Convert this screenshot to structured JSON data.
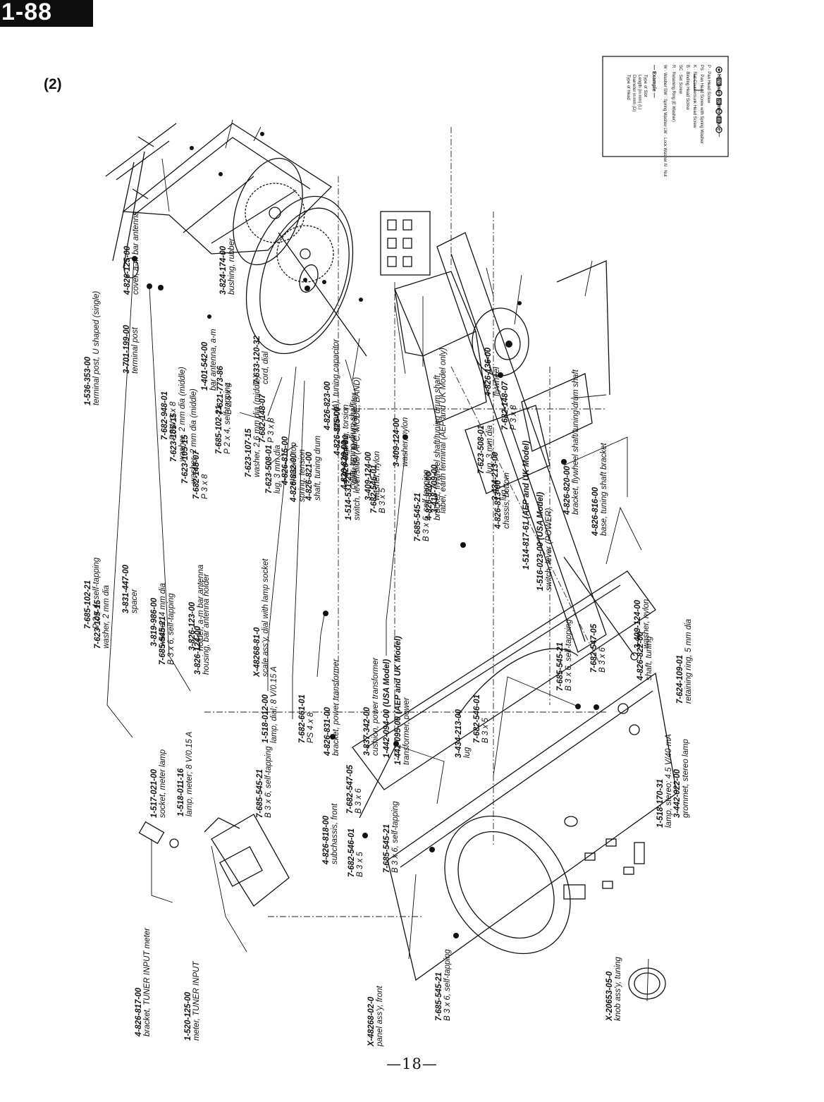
{
  "header": {
    "tag": "1-88",
    "section": "(2)",
    "page_number": "—18—"
  },
  "legend": {
    "title": "— Hardware Nomenclature —",
    "items": [
      "P   · Pan Head Screw",
      "PS  · Pan Head Screw with Spring Washer",
      "K   · Flat Countersunk Head Screw",
      "B   · Binding Head Screw",
      "SC  · Set Screw",
      "R   · Retaining Ring (E Washer)",
      "W · Washer   SW · Spring Washer   LW · Lock Washer   N · Nut"
    ],
    "example_title": "— Example —",
    "example_items": [
      "Type of Slot",
      "Length (in mm) (L)",
      "Diameter in mm (D)",
      "Type of Head"
    ]
  },
  "labels": [
    {
      "id": "l01",
      "p": "4-826-125-00",
      "d": "cover, a-m bar antenna"
    },
    {
      "id": "l02",
      "p": "3-701-199-00",
      "d": "terminal post"
    },
    {
      "id": "l03",
      "p": "1-536-353-00",
      "d": "terminal post, U shaped (single)"
    },
    {
      "id": "l04",
      "p": "1-401-542-00",
      "d": "bar antenna, a-m"
    },
    {
      "id": "l05",
      "p": "7-682-948-01",
      "d": "PSW 3 x 8"
    },
    {
      "id": "l06",
      "p": "7-623-105-15",
      "d": "washer, 2 mm dia (middle)"
    },
    {
      "id": "l07",
      "p": "7-623-105-15",
      "d": "washer, 2 mm dia (middle)"
    },
    {
      "id": "l08",
      "p": "7-621-773-86",
      "d": "B 2.6 x 4"
    },
    {
      "id": "l09",
      "p": "3-824-174-00",
      "d": "bushing, rubber"
    },
    {
      "id": "l10",
      "p": "7-685-102-21",
      "d": "P 2 x 4, self-tapping"
    },
    {
      "id": "l11",
      "p": "7-623-107-15",
      "d": "washer, 2.6 mm dia (middle)"
    },
    {
      "id": "l12",
      "p": "4-826-823-00",
      "d": "gear (A), tuning capacitor"
    },
    {
      "id": "l13",
      "p": "4-826-825-00",
      "d": "spring, torsion"
    },
    {
      "id": "l14",
      "p": "4-826-824-00",
      "d": "gear (B), tuning capacitor"
    },
    {
      "id": "l15",
      "p": "7-682-148-07",
      "d": "P 3 x 8"
    },
    {
      "id": "l16",
      "p": "7-623-508-01",
      "d": "lug, 3 mm dia"
    },
    {
      "id": "l17",
      "p": "4-826-815-00",
      "d": "chassis, top"
    },
    {
      "id": "l18",
      "p": "4-826-826-00",
      "d": "collar, tuning drum shaft"
    },
    {
      "id": "l19",
      "p": "7-633-120-32",
      "d": "cord, dial"
    },
    {
      "id": "l20",
      "p": "7-682-148-07",
      "d": "P 3 x 8"
    },
    {
      "id": "l21",
      "p": "4-826-821-00",
      "d": "shaft, tuning drum"
    },
    {
      "id": "l22",
      "p": "3-409-124-00",
      "d": "washer, nylon"
    },
    {
      "id": "l23",
      "p": "7-682-546-01",
      "d": "B 3 x 5"
    },
    {
      "id": "l24",
      "p": "4-826-820-00",
      "d": "bracket, flywheel shaft/tuning drum shaft"
    },
    {
      "id": "l25",
      "p": "4-826-136-00",
      "d": "flywheel"
    },
    {
      "id": "l26",
      "p": "7-682-148-07",
      "d": "P 3 x 8"
    },
    {
      "id": "l27",
      "p": "4-826-820-00",
      "d": "bracket, flywheel shaft/tuning drum shaft"
    },
    {
      "id": "l28",
      "p": "4-826-816-00",
      "d": "base, tuning shaft bracket"
    },
    {
      "id": "l29",
      "p": "3-409-124-00",
      "d": "washer, nylon"
    },
    {
      "id": "l30",
      "p": "7-685-545-21",
      "d": "B 3 x 6, self-tapping"
    },
    {
      "id": "l31",
      "p": "3-418-709-00",
      "d": "label, earth terminal (AEP and UK Model only)"
    },
    {
      "id": "l32",
      "p": "7-623-508-01",
      "d": "lug, 3 mm dia"
    },
    {
      "id": "l33",
      "p": "3-434-213-00",
      "d": "lug"
    },
    {
      "id": "l34",
      "p": "4-826-813-00",
      "d": "chassis, bottom"
    },
    {
      "id": "l35",
      "p": "1-514-817-61 (AEP and UK Model)",
      "d": ""
    },
    {
      "id": "l36",
      "p": "1-516-023-00 (USA Model)",
      "d": "switch, lever (POWER)"
    },
    {
      "id": "l37",
      "p": "3-409-124-00",
      "d": "washer, nylon"
    },
    {
      "id": "l38",
      "p": "4-826-822-00",
      "d": "shaft, tuning"
    },
    {
      "id": "l39",
      "p": "7-624-109-01",
      "d": "retaining ring, 5 mm dia"
    },
    {
      "id": "l40",
      "p": "4-826-832-00",
      "d": "spring, tension"
    },
    {
      "id": "l41",
      "p": "1-514-531-21",
      "d": "switch, lever/slide (AFC, MODE, BAND)"
    },
    {
      "id": "l42",
      "p": "7-685-102-21",
      "d": "P 2 x 4, self-tapping"
    },
    {
      "id": "l43",
      "p": "7-623-105-15",
      "d": "washer, 2 mm dia"
    },
    {
      "id": "l44",
      "p": "3-831-447-00",
      "d": "spacer"
    },
    {
      "id": "l45",
      "p": "3-819-986-00",
      "d": "washer, 4 mm dia"
    },
    {
      "id": "l46",
      "p": "7-685-545-21",
      "d": "B 3 x 6, self-tapping"
    },
    {
      "id": "l47",
      "p": "3-826-123-00",
      "d": "holder, a-m bar antenna"
    },
    {
      "id": "l48",
      "p": "3-826-124-00",
      "d": "housing, bar antenna holder"
    },
    {
      "id": "l49",
      "p": "X-48268-81-0",
      "d": "scale ass'y, dial with lamp socket"
    },
    {
      "id": "l50",
      "p": "1-518-012-00",
      "d": "lamp, dial; 8 V/0.15 A"
    },
    {
      "id": "l51",
      "p": "7-682-661-01",
      "d": "PS 4 x 8"
    },
    {
      "id": "l52",
      "p": "4-826-831-00",
      "d": "bracket, power transformer"
    },
    {
      "id": "l53",
      "p": "3-837-342-00",
      "d": "cushion, power transformer"
    },
    {
      "id": "l54",
      "p": "1-442-094-00 (USA Model)",
      "d": ""
    },
    {
      "id": "l55",
      "p": "1-442-095-00 (AEP and UK Model)",
      "d": "transformer, power"
    },
    {
      "id": "l56",
      "p": "3-434-213-00",
      "d": "lug"
    },
    {
      "id": "l57",
      "p": "7-682-546-01",
      "d": "B 3 x 5"
    },
    {
      "id": "l58",
      "p": "7-685-545-21",
      "d": "B 3 x 6, self-tapping"
    },
    {
      "id": "l59",
      "p": "7-682-547-05",
      "d": "B 3 x 6"
    },
    {
      "id": "l60",
      "p": "1-518-170-31",
      "d": "lamp, stereo; 4.5 V/40 mA"
    },
    {
      "id": "l61",
      "p": "3-442-022-00",
      "d": "grommet, stereo lamp"
    },
    {
      "id": "l62",
      "p": "7-682-547-05",
      "d": "B 3 x 6"
    },
    {
      "id": "l63",
      "p": "1-517-021-00",
      "d": "socket, meter lamp"
    },
    {
      "id": "l64",
      "p": "1-518-011-16",
      "d": "lamp, meter; 8 V/0.15 A"
    },
    {
      "id": "l65",
      "p": "7-685-545-21",
      "d": "B 3 x 6, self-tapping"
    },
    {
      "id": "l66",
      "p": "4-826-818-00",
      "d": "subchassis, front"
    },
    {
      "id": "l67",
      "p": "7-682-546-01",
      "d": "B 3 x 5"
    },
    {
      "id": "l68",
      "p": "7-685-545-21",
      "d": "B 3 x 6, self-tapping"
    },
    {
      "id": "l69",
      "p": "4-826-817-00",
      "d": "bracket, TUNER INPUT meter"
    },
    {
      "id": "l70",
      "p": "1-520-125-00",
      "d": "meter, TUNER INPUT"
    },
    {
      "id": "l71",
      "p": "X-48268-02-0",
      "d": "panel ass'y, front"
    },
    {
      "id": "l72",
      "p": "7-685-545-21",
      "d": "B 3 x 6, self-tapping"
    },
    {
      "id": "l73",
      "p": "X-20653-05-0",
      "d": "knob ass'y, tuning"
    }
  ]
}
